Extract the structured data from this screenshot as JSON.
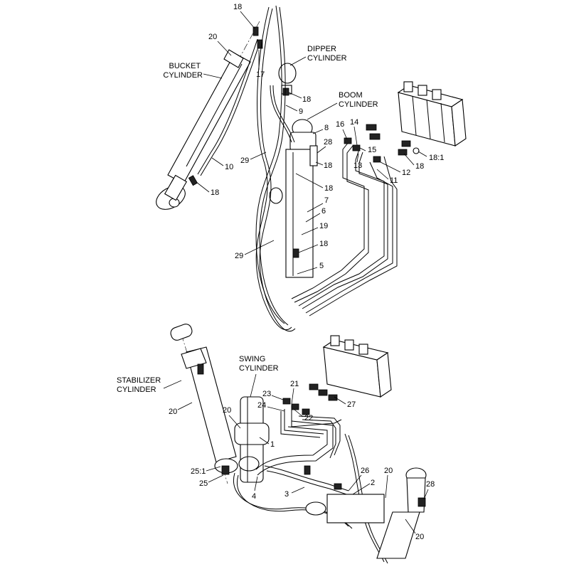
{
  "assemblies": {
    "bucket": [
      "BUCKET",
      "CYLINDER"
    ],
    "dipper": [
      "DIPPER",
      "CYLINDER"
    ],
    "boom": [
      "BOOM",
      "CYLINDER"
    ],
    "stabilizer": [
      "STABILIZER",
      "CYLINDER"
    ],
    "swing": [
      "SWING",
      "CYLINDER"
    ]
  },
  "callouts": {
    "c18a": "18",
    "c20a": "20",
    "c17": "17",
    "c18b": "18",
    "c9": "9",
    "c8": "8",
    "c16": "16",
    "c14": "14",
    "c15": "15",
    "c13": "13",
    "c12": "12",
    "c11": "11",
    "c18c": "18",
    "c18d": "18:1",
    "c28a": "28",
    "c18e": "18",
    "c29a": "29",
    "c10": "10",
    "c18f": "18",
    "c18g": "18",
    "c7": "7",
    "c6": "6",
    "c19": "19",
    "c18h": "18",
    "c29b": "29",
    "c5": "5",
    "c21": "21",
    "c23": "23",
    "c24": "24",
    "c22": "22",
    "c27": "27",
    "c20b": "20",
    "c20c": "20",
    "c1": "1",
    "c25a": "25:1",
    "c25b": "25",
    "c4": "4",
    "c3": "3",
    "c26": "26",
    "c2": "2",
    "c20d": "20",
    "c28b": "28",
    "c20e": "20"
  }
}
